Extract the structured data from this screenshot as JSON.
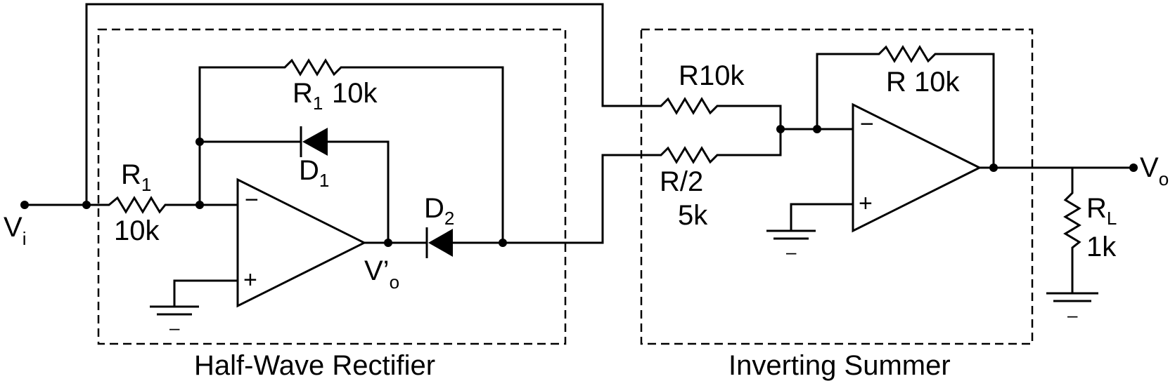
{
  "blocks": {
    "rectifier_caption": "Half-Wave Rectifier",
    "summer_caption": "Inverting Summer"
  },
  "nodes": {
    "vi_main": "V",
    "vi_sub": "i",
    "vo_main": "V",
    "vo_sub": "o",
    "vpo_main": "V’",
    "vpo_sub": "o"
  },
  "components": {
    "r1_input": {
      "name": "R",
      "sub": "1",
      "value": "10k"
    },
    "r1_feedback": {
      "name": "R",
      "sub": "1",
      "value": "10k"
    },
    "d1": {
      "name": "D",
      "sub": "1"
    },
    "d2": {
      "name": "D",
      "sub": "2"
    },
    "r_sum_top": {
      "name": "R",
      "value": "10k"
    },
    "r_sum_half": {
      "name": "R/2",
      "value": "5k"
    },
    "r_sum_feedback": {
      "name": "R",
      "value": "10k"
    },
    "rl": {
      "name": "R",
      "sub": "L",
      "value": "1k"
    }
  },
  "opamp_signs": {
    "minus": "−",
    "plus": "+"
  },
  "ground_mark": "–"
}
